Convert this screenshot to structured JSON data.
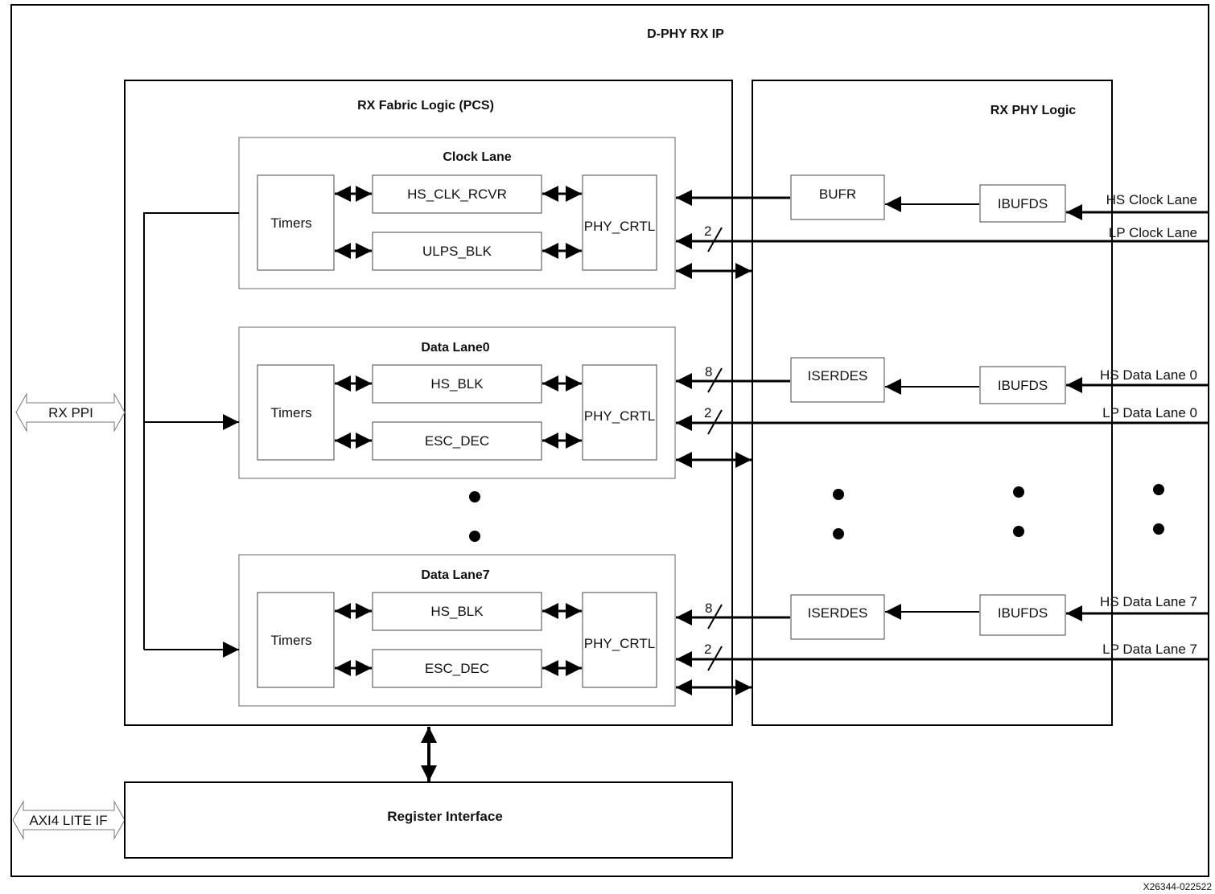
{
  "title": "D-PHY RX IP",
  "fabric": {
    "title": "RX Fabric Logic (PCS)",
    "clock_lane": {
      "title": "Clock Lane",
      "timers": "Timers",
      "block_top": "HS_CLK_RCVR",
      "block_bottom": "ULPS_BLK",
      "phy": "PHY_CRTL"
    },
    "data_lane0": {
      "title": "Data Lane0",
      "timers": "Timers",
      "block_top": "HS_BLK",
      "block_bottom": "ESC_DEC",
      "phy": "PHY_CRTL"
    },
    "data_lane7": {
      "title": "Data Lane7",
      "timers": "Timers",
      "block_top": "HS_BLK",
      "block_bottom": "ESC_DEC",
      "phy": "PHY_CRTL"
    }
  },
  "phy_logic": {
    "title": "RX PHY Logic",
    "bufr": "BUFR",
    "iserdes0": "ISERDES",
    "iserdes7": "ISERDES",
    "ibufds_clk": "IBUFDS",
    "ibufds0": "IBUFDS",
    "ibufds7": "IBUFDS"
  },
  "register_interface": "Register Interface",
  "ports": {
    "rx_ppi": "RX PPI",
    "axi4_lite": "AXI4 LITE IF"
  },
  "signals": {
    "hs_clock": "HS  Clock Lane",
    "lp_clock": "LP  Clock Lane",
    "hs_data0": "HS Data Lane 0",
    "lp_data0": "LP Data Lane 0",
    "hs_data7": "HS Data Lane 7",
    "lp_data7": "LP Data Lane 7"
  },
  "bus_widths": {
    "lp_clock": "2",
    "hs_data0": "8",
    "lp_data0": "2",
    "hs_data7": "8",
    "lp_data7": "2"
  },
  "figure_id": "X26344-022522"
}
